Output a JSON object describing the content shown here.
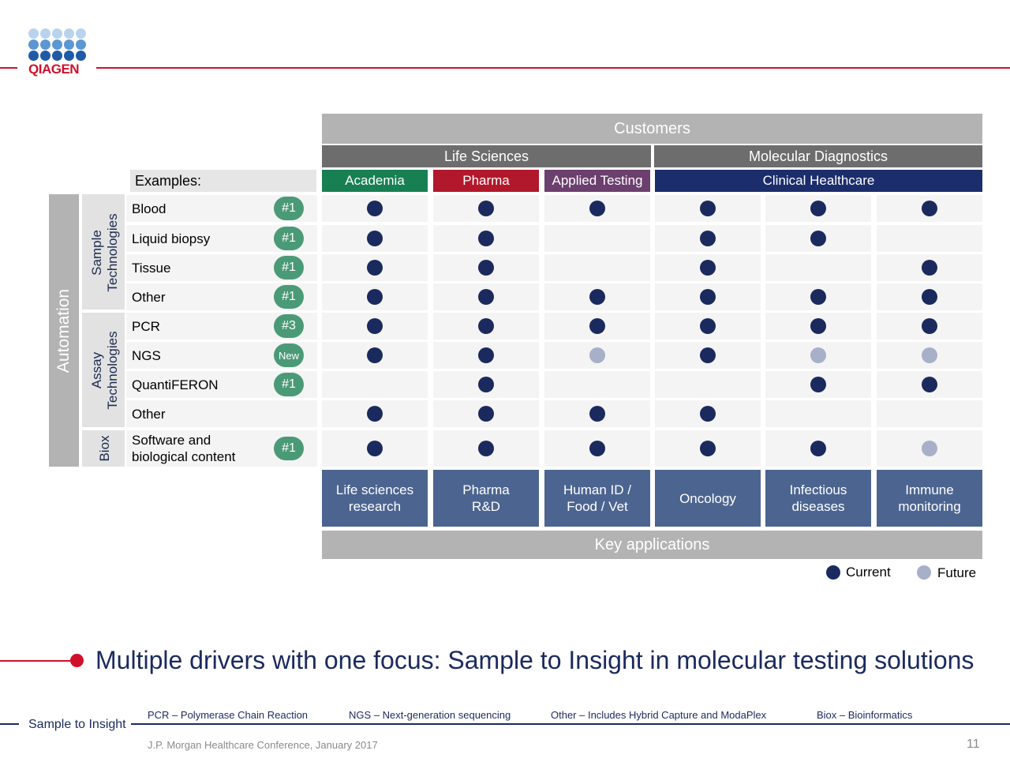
{
  "brand": {
    "logo_text": "QIAGEN"
  },
  "header": {
    "customers": "Customers",
    "life_sciences": "Life Sciences",
    "molecular_diagnostics": "Molecular Diagnostics",
    "examples": "Examples:"
  },
  "columns": [
    "Academia",
    "Pharma",
    "Applied Testing",
    "Clinical Healthcare"
  ],
  "column_colors": [
    "#177f52",
    "#b2182b",
    "#6b3f6e",
    "#1b2d6b"
  ],
  "side": {
    "automation": "Automation",
    "sample": "Sample\nTechnologies",
    "assay": "Assay\nTechnologies",
    "biox": "Biox"
  },
  "rows": [
    {
      "label": "Blood",
      "badge": "#1"
    },
    {
      "label": "Liquid biopsy",
      "badge": "#1"
    },
    {
      "label": "Tissue",
      "badge": "#1"
    },
    {
      "label": "Other",
      "badge": "#1"
    },
    {
      "label": "PCR",
      "badge": "#3"
    },
    {
      "label": "NGS",
      "badge": "New"
    },
    {
      "label": "QuantiFERON",
      "badge": "#1"
    },
    {
      "label": "Other",
      "badge": ""
    },
    {
      "label": "Software and biological content",
      "badge": "#1"
    }
  ],
  "matrix": [
    [
      "c",
      "c",
      "c",
      "c",
      "c",
      "c"
    ],
    [
      "c",
      "c",
      "",
      "c",
      "c",
      ""
    ],
    [
      "c",
      "c",
      "",
      "c",
      "",
      "c"
    ],
    [
      "c",
      "c",
      "c",
      "c",
      "c",
      "c"
    ],
    [
      "c",
      "c",
      "c",
      "c",
      "c",
      "c"
    ],
    [
      "c",
      "c",
      "f",
      "c",
      "f",
      "f"
    ],
    [
      "",
      "c",
      "",
      "",
      "c",
      "c"
    ],
    [
      "c",
      "c",
      "c",
      "c",
      "",
      ""
    ],
    [
      "c",
      "c",
      "c",
      "c",
      "c",
      "f"
    ]
  ],
  "applications": [
    "Life sciences research",
    "Pharma R&D",
    "Human ID / Food / Vet",
    "Oncology",
    "Infectious diseases",
    "Immune monitoring"
  ],
  "key_applications": "Key applications",
  "legend": {
    "current": "Current",
    "future": "Future"
  },
  "headline": "Multiple drivers with one focus: Sample to Insight in molecular testing solutions",
  "footer": {
    "tagline": "Sample to Insight",
    "abbr": [
      "PCR – Polymerase Chain Reaction",
      "NGS – Next-generation sequencing",
      "Other – Includes Hybrid Capture and ModaPlex",
      "Biox – Bioinformatics"
    ],
    "conference": "J.P. Morgan Healthcare Conference, January 2017",
    "page": "11"
  }
}
